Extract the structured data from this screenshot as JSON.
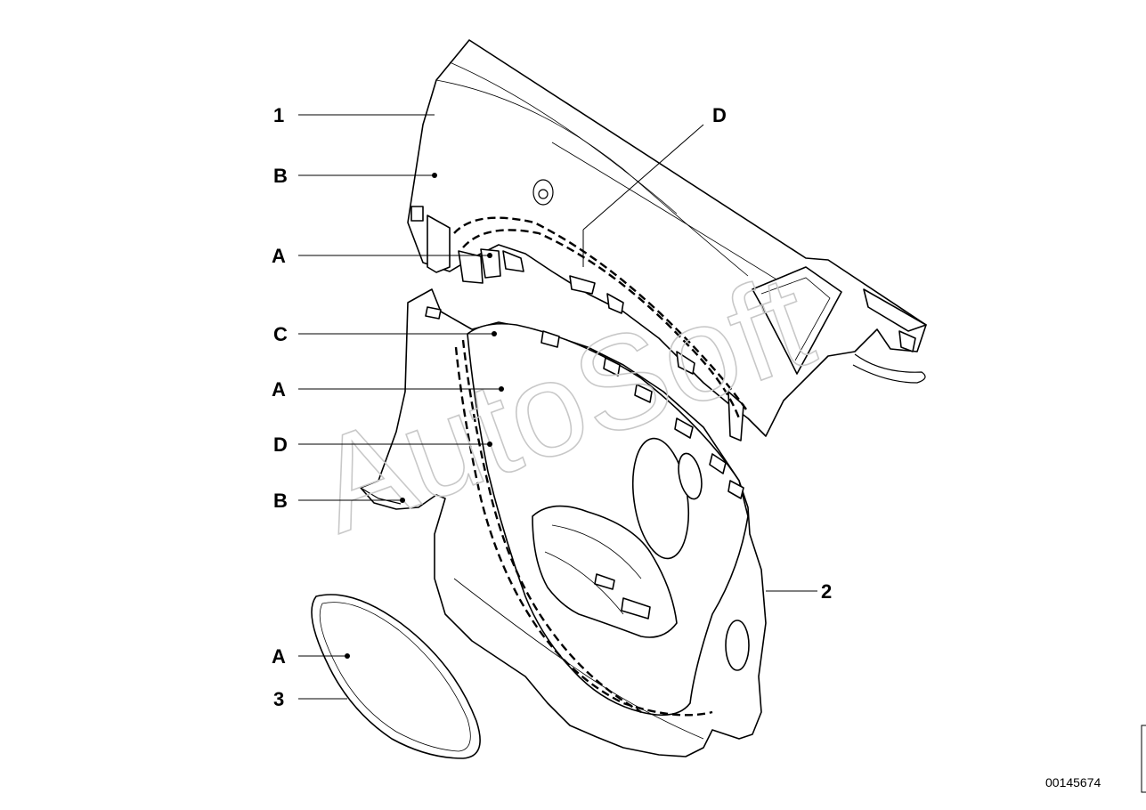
{
  "diagram": {
    "callouts": [
      {
        "id": "label-1",
        "text": "1"
      },
      {
        "id": "label-B-top",
        "text": "B"
      },
      {
        "id": "label-A-top",
        "text": "A"
      },
      {
        "id": "label-D-top",
        "text": "D"
      },
      {
        "id": "label-C",
        "text": "C"
      },
      {
        "id": "label-A-mid",
        "text": "A"
      },
      {
        "id": "label-D-mid",
        "text": "D"
      },
      {
        "id": "label-B-low",
        "text": "B"
      },
      {
        "id": "label-2",
        "text": "2"
      },
      {
        "id": "label-A-low",
        "text": "A"
      },
      {
        "id": "label-3",
        "text": "3"
      }
    ],
    "diagram_id": "00145674",
    "watermark": "AutoSoft"
  }
}
